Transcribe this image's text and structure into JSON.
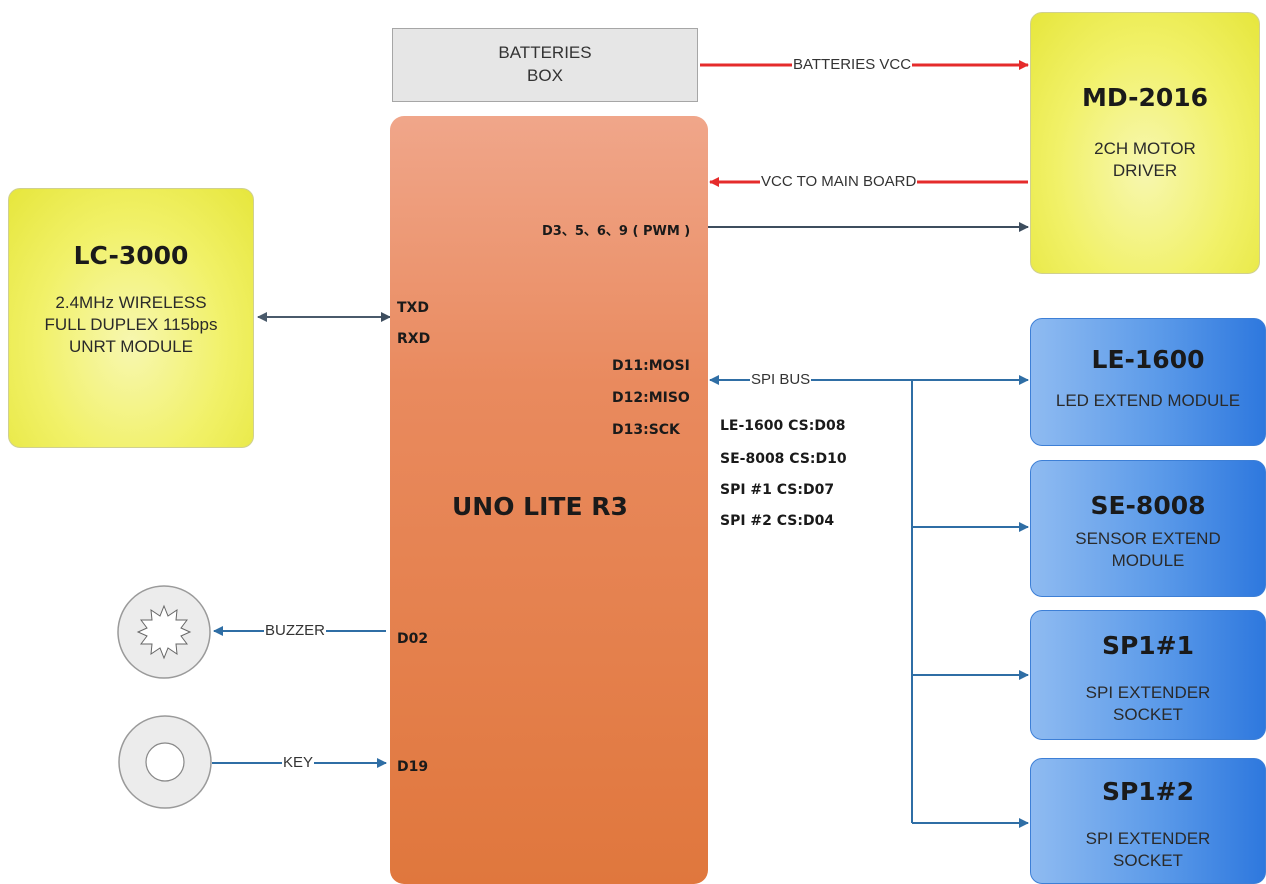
{
  "battery_box": {
    "line1": "BATTERIES",
    "line2": "BOX"
  },
  "main_board": {
    "title": "UNO LITE R3"
  },
  "pins": {
    "pwm": "D3、5、6、9 ( PWM )",
    "txd": "TXD",
    "rxd": "RXD",
    "mosi": "D11:MOSI",
    "miso": "D12:MISO",
    "sck": "D13:SCK",
    "buzzer": "D02",
    "key": "D19"
  },
  "chip_selects": [
    "LE-1600 CS:D08",
    "SE-8008 CS:D10",
    "SPI #1 CS:D07",
    "SPI #2 CS:D04"
  ],
  "modules": {
    "lc3000": {
      "title": "LC-3000",
      "lines": [
        "2.4MHz WIRELESS",
        "FULL DUPLEX 115bps",
        "UNRT MODULE"
      ]
    },
    "md2016": {
      "title": "MD-2016",
      "lines": [
        "2CH MOTOR",
        "DRIVER"
      ]
    },
    "le1600": {
      "title": "LE-1600",
      "lines": [
        "LED EXTEND MODULE"
      ]
    },
    "se8008": {
      "title": "SE-8008",
      "lines": [
        "SENSOR EXTEND",
        "MODULE"
      ]
    },
    "sp1": {
      "title": "SP1#1",
      "lines": [
        "SPI EXTENDER",
        "SOCKET"
      ]
    },
    "sp2": {
      "title": "SP1#2",
      "lines": [
        "SPI EXTENDER",
        "SOCKET"
      ]
    }
  },
  "connections": {
    "batteries_vcc": "BATTERIES VCC",
    "vcc_main": "VCC TO MAIN BOARD",
    "spi_bus": "SPI BUS",
    "buzzer": "BUZZER",
    "key": "KEY"
  },
  "colors": {
    "power_arrow": "#e52b2b",
    "signal_arrow": "#2f6ea5",
    "pwm_arrow": "#3d4d5e",
    "uno_board": "#e0773d",
    "yellow_module": "#f1f168",
    "blue_module": "#5b9ae9"
  },
  "icons": [
    "buzzer-icon",
    "key-button-icon"
  ]
}
